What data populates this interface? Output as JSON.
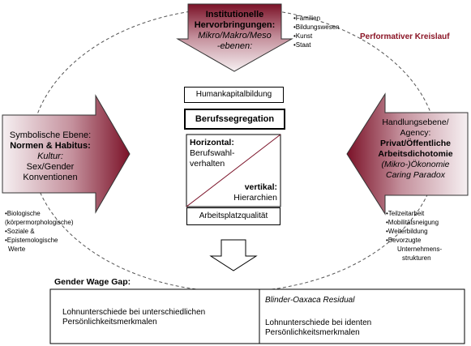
{
  "colors": {
    "arrow_dark": "#7b1228",
    "arrow_light": "#f6f0f2",
    "kreislauf_text": "#8b1526",
    "circle": "#555555",
    "diagonal": "#7b1228"
  },
  "title_kreislauf": "Performativer Kreislauf",
  "top_arrow": {
    "line1": "Institutionelle",
    "line2": "Hervorbringungen:",
    "line3": "Mikro/Makro/Meso",
    "line4": "-ebenen:"
  },
  "top_bullets": [
    "•Familien",
    "•Bildungswesen",
    "•Kunst",
    "•Staat"
  ],
  "left_arrow": {
    "line1": "Symbolische Ebene:",
    "line2": "Normen & Habitus:",
    "line3": "Kultur:",
    "line4": "Sex/Gender",
    "line5": "Konventionen"
  },
  "left_bullets": [
    "•Biologische",
    "(körpermorphologische)",
    "•Soziale &",
    "•Epistemologische",
    "Werte"
  ],
  "right_arrow": {
    "line1": "Handlungsebene/",
    "line2": "Agency:",
    "line3": "Privat/Öffentliche",
    "line4": "Arbeitsdichotomie",
    "line5": "(Mikro-)Ökonomie",
    "line6": "Caring Paradox"
  },
  "right_bullets": [
    "•Teilzeitarbeit",
    "•Mobilitätsneigung",
    "•Weiterbildung",
    "•Bevorzugte",
    "Unternehmens-",
    "strukturen"
  ],
  "center": {
    "humankapital": "Humankapitalbildung",
    "berufssegregation": "Berufssegregation",
    "horizontal_title": "Horizontal:",
    "horizontal_line1": "Berufswahl-",
    "horizontal_line2": "verhalten",
    "vertikal_title": "vertikal:",
    "vertikal_text": "Hierarchien",
    "arbeitsplatz": "Arbeitsplatzqualität"
  },
  "gap": {
    "label": "Gender Wage Gap:",
    "left_line1": "Lohnunterschiede bei unterschiedlichen",
    "left_line2": "Persönlichkeitsmerkmalen",
    "right_title": "Blinder-Oaxaca Residual",
    "right_line1": "Lohnunterschiede bei identen",
    "right_line2": "Persönlichkeitsmerkmalen"
  }
}
